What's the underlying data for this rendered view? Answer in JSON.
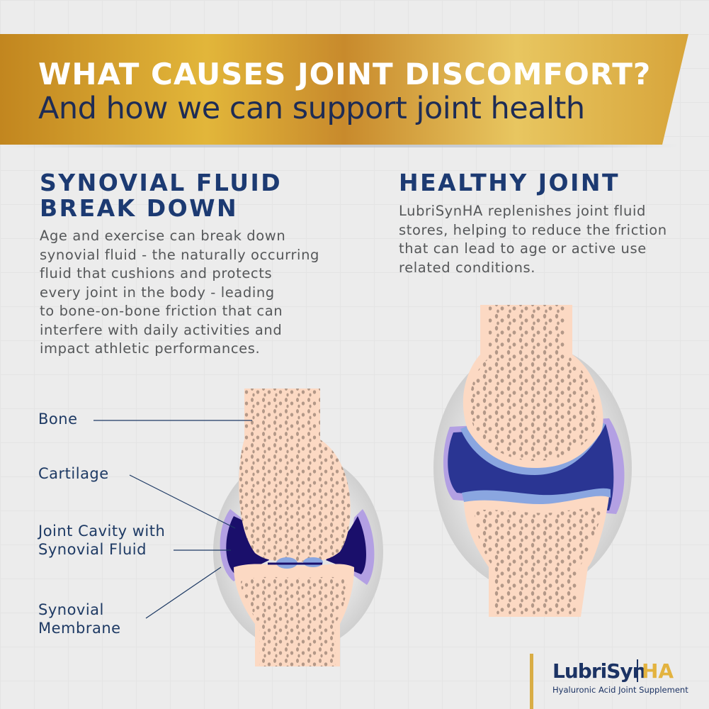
{
  "banner": {
    "title": "WHAT CAUSES JOINT DISCOMFORT?",
    "subtitle": "And how we can support joint health",
    "colors": {
      "gold_dark": "#c48a23",
      "gold_light": "#e9c25a",
      "title_text": "#ffffff",
      "subtitle_text": "#1e2c55"
    }
  },
  "left_section": {
    "heading_line1": "SYNOVIAL FLUID",
    "heading_line2": "BREAK DOWN",
    "paragraph_lines": [
      "Age and exercise can break down",
      "synovial fluid - the naturally occurring",
      "fluid that cushions and protects",
      "every joint in the body - leading",
      "to bone-on-bone friction that can",
      "interfere with daily activities and",
      "impact athletic performances."
    ],
    "diagram_labels": {
      "bone": "Bone",
      "cartilage": "Cartilage",
      "joint_cavity_line1": "Joint Cavity with",
      "joint_cavity_line2": "Synovial Fluid",
      "membrane_line1": "Synovial",
      "membrane_line2": "Membrane"
    }
  },
  "right_section": {
    "heading": "HEALTHY JOINT",
    "paragraph_lines": [
      "LubriSynHA replenishes joint fluid",
      "stores, helping to reduce the friction",
      "that can lead to age or active use",
      "related conditions."
    ]
  },
  "colors": {
    "bone": "#fcd9c3",
    "bone_pores": "#a68d7d",
    "capsule": "#dcdcdc",
    "cartilage": "#8aa6e0",
    "fluid_damaged": "#1a0f6b",
    "fluid_healthy": "#2a3593",
    "membrane": "#b3a0e3",
    "heading": "#1c3a72"
  },
  "logo": {
    "brand": "LubriSyn",
    "suffix": "HA",
    "tagline": "Hyaluronic Acid Joint Supplement"
  }
}
